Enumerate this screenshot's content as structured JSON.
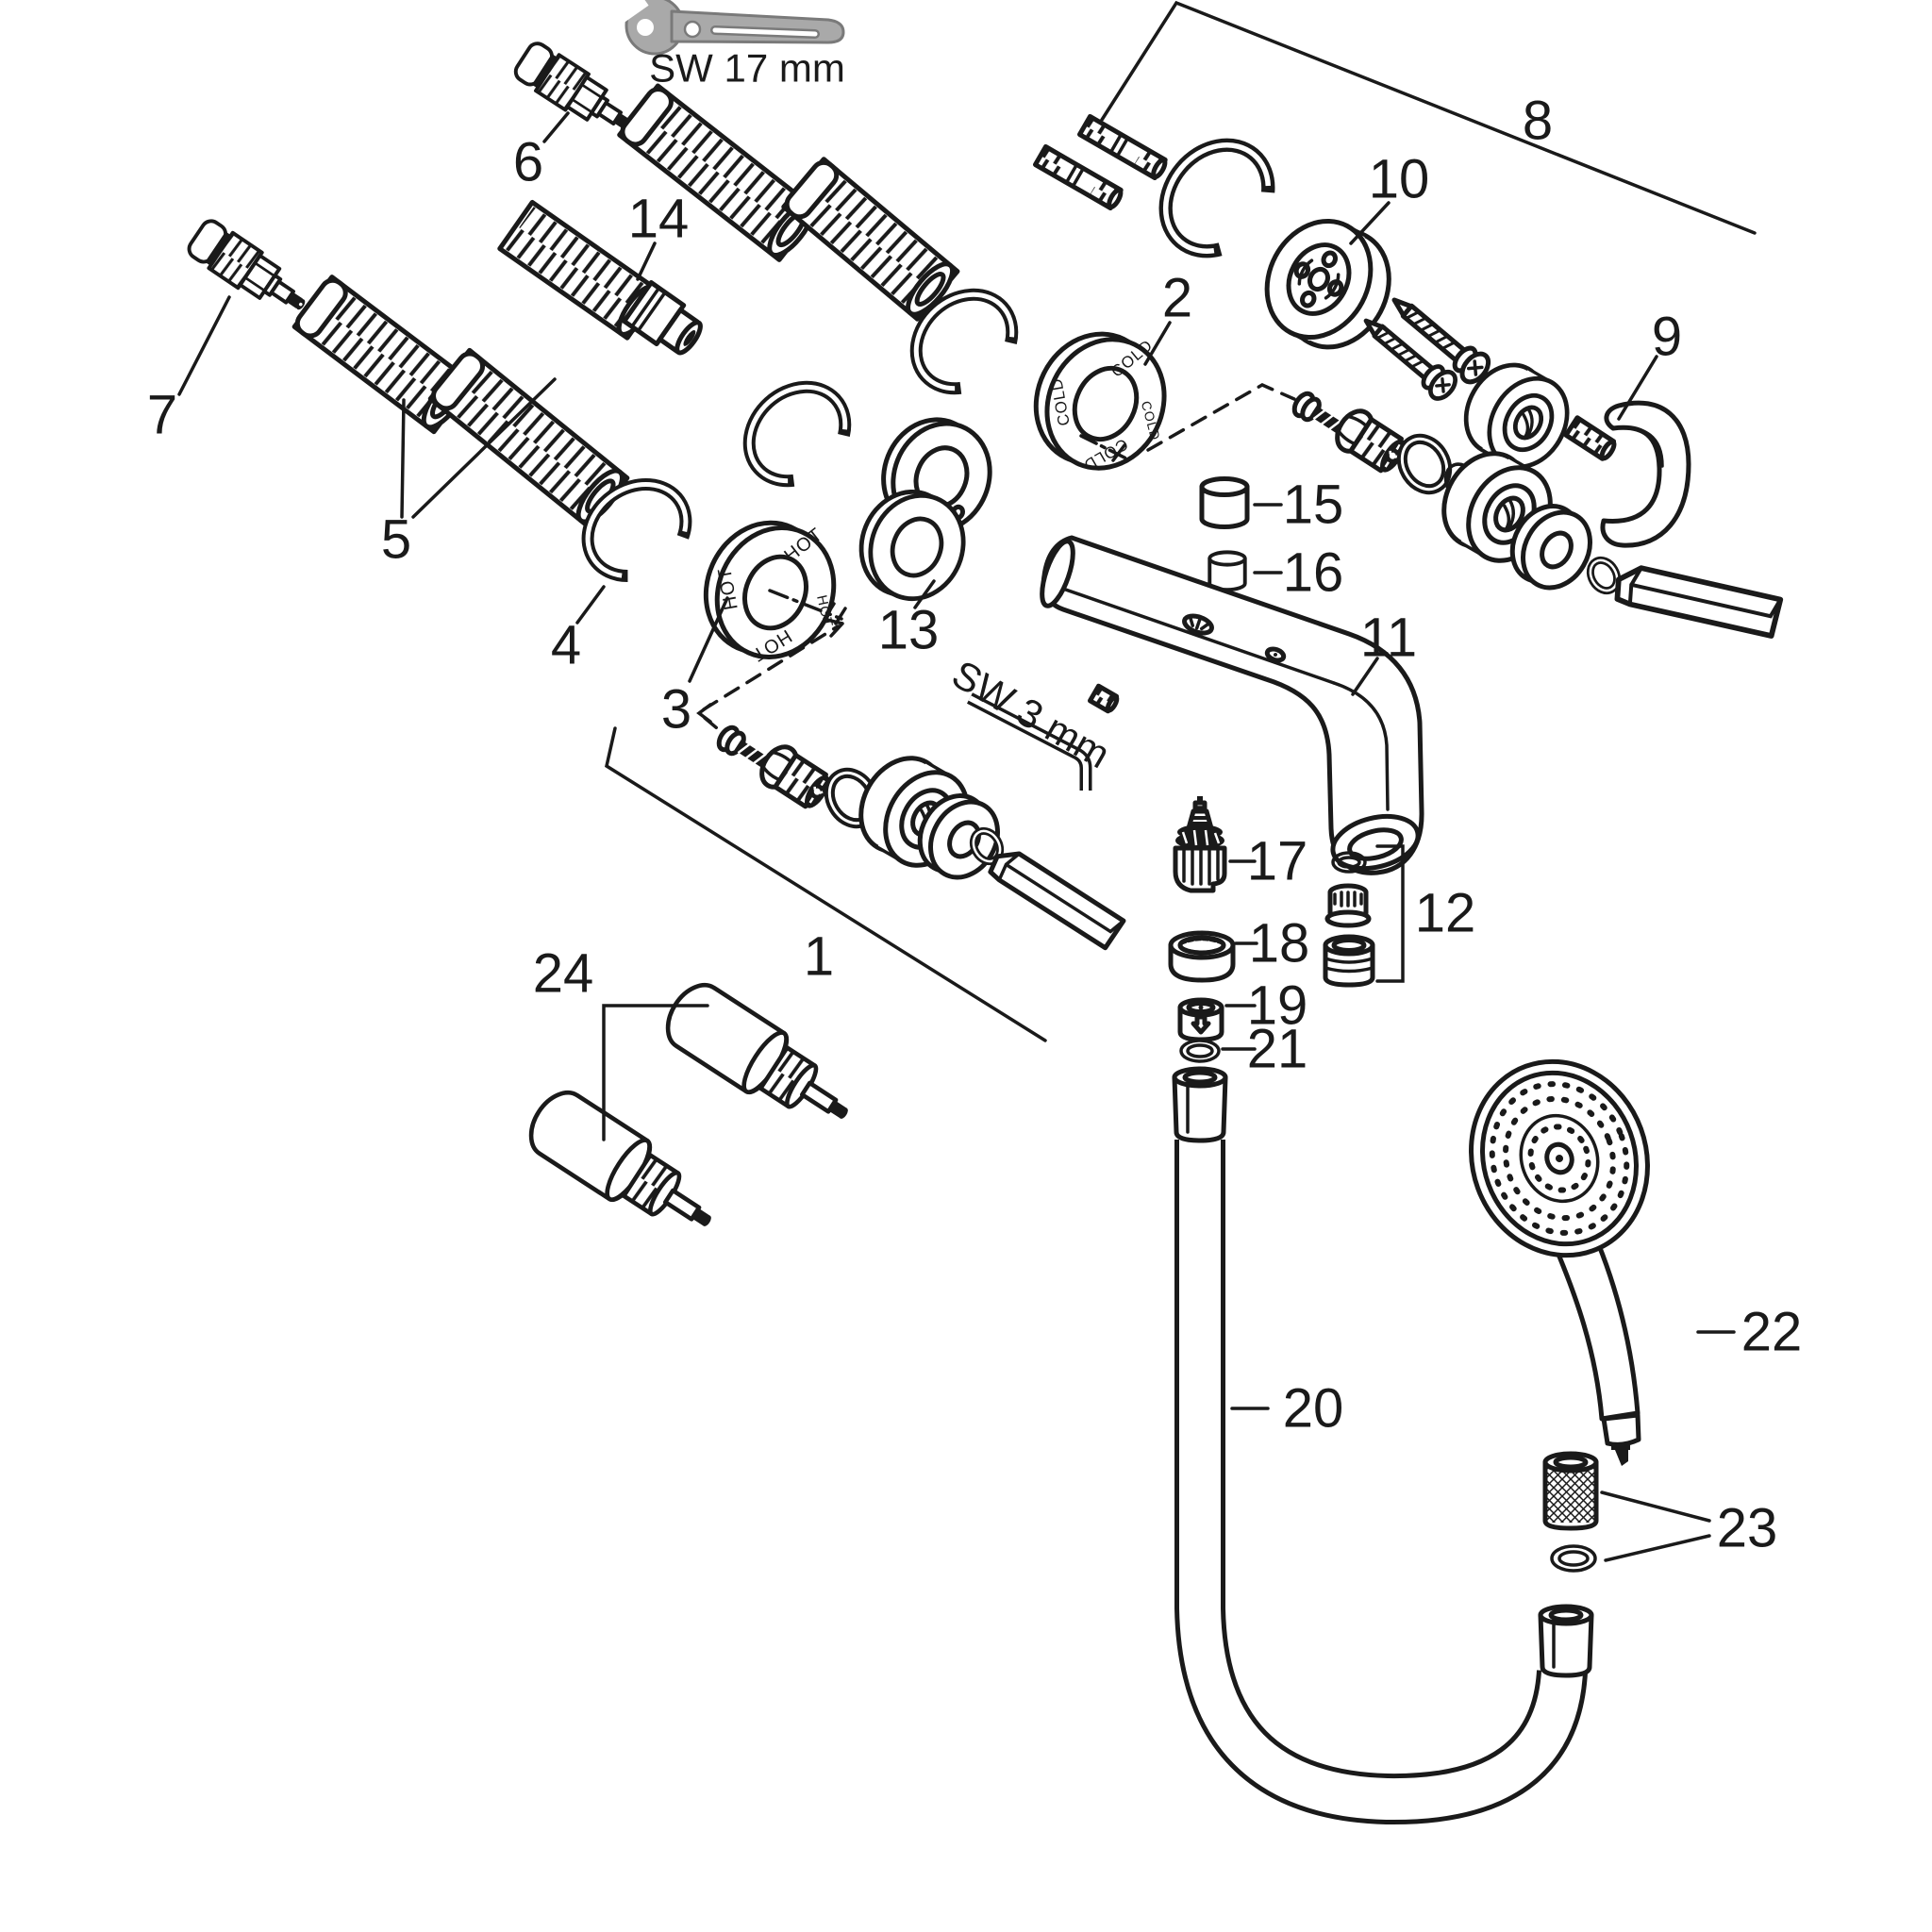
{
  "labels": {
    "p1": "1",
    "p2": "2",
    "p3": "3",
    "p4": "4",
    "p5": "5",
    "p6": "6",
    "p7": "7",
    "p8": "8",
    "p9": "9",
    "p10": "10",
    "p11": "11",
    "p12": "12",
    "p13": "13",
    "p14": "14",
    "p15": "15",
    "p16": "16",
    "p17": "17",
    "p18": "18",
    "p19": "19",
    "p20": "20",
    "p21": "21",
    "p22": "22",
    "p23": "23",
    "p24": "24"
  },
  "tools": {
    "wrench_size": "SW 17 mm",
    "hex_key_size": "SW 3 mm"
  },
  "markings": {
    "hot": "HOT",
    "cold": "COLD"
  },
  "colors": {
    "line": "#1a1a1a",
    "background": "#ffffff",
    "wrench_fill": "#a9a9a9",
    "wrench_stroke": "#7a7a7a"
  }
}
